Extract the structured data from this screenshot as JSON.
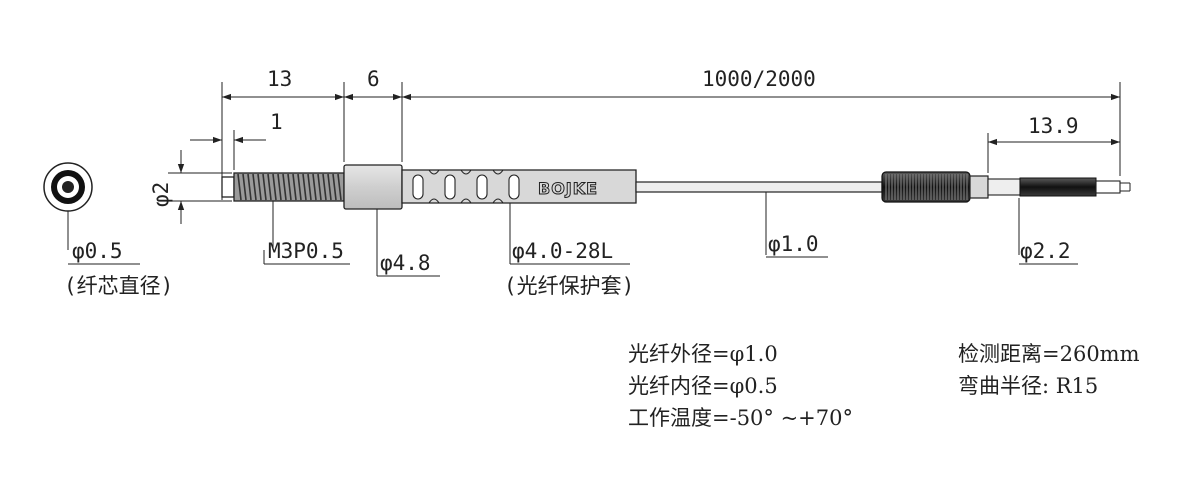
{
  "dimensions": {
    "thread_length": "13",
    "tip_length": "1",
    "sleeve_length": "6",
    "fiber_length": "1000/2000",
    "end_length": "13.9",
    "thread_diameter": "φ2"
  },
  "labels": {
    "core_diameter": "φ0.5",
    "core_diameter_note": "(纤芯直径)",
    "thread_spec": "M3P0.5",
    "sleeve_diameter": "φ4.8",
    "jacket_spec": "φ4.0-28L",
    "jacket_note": "(光纤保护套)",
    "fiber_diameter": "φ1.0",
    "end_diameter": "φ2.2",
    "brand": "BOJKE"
  },
  "specs": {
    "outer_diameter": "光纤外径=φ1.0",
    "inner_diameter": "光纤内径=φ0.5",
    "working_temperature": "工作温度=-50° ~+70°",
    "detection_distance": "检测距离=260mm",
    "bend_radius": "弯曲半径: R15"
  }
}
